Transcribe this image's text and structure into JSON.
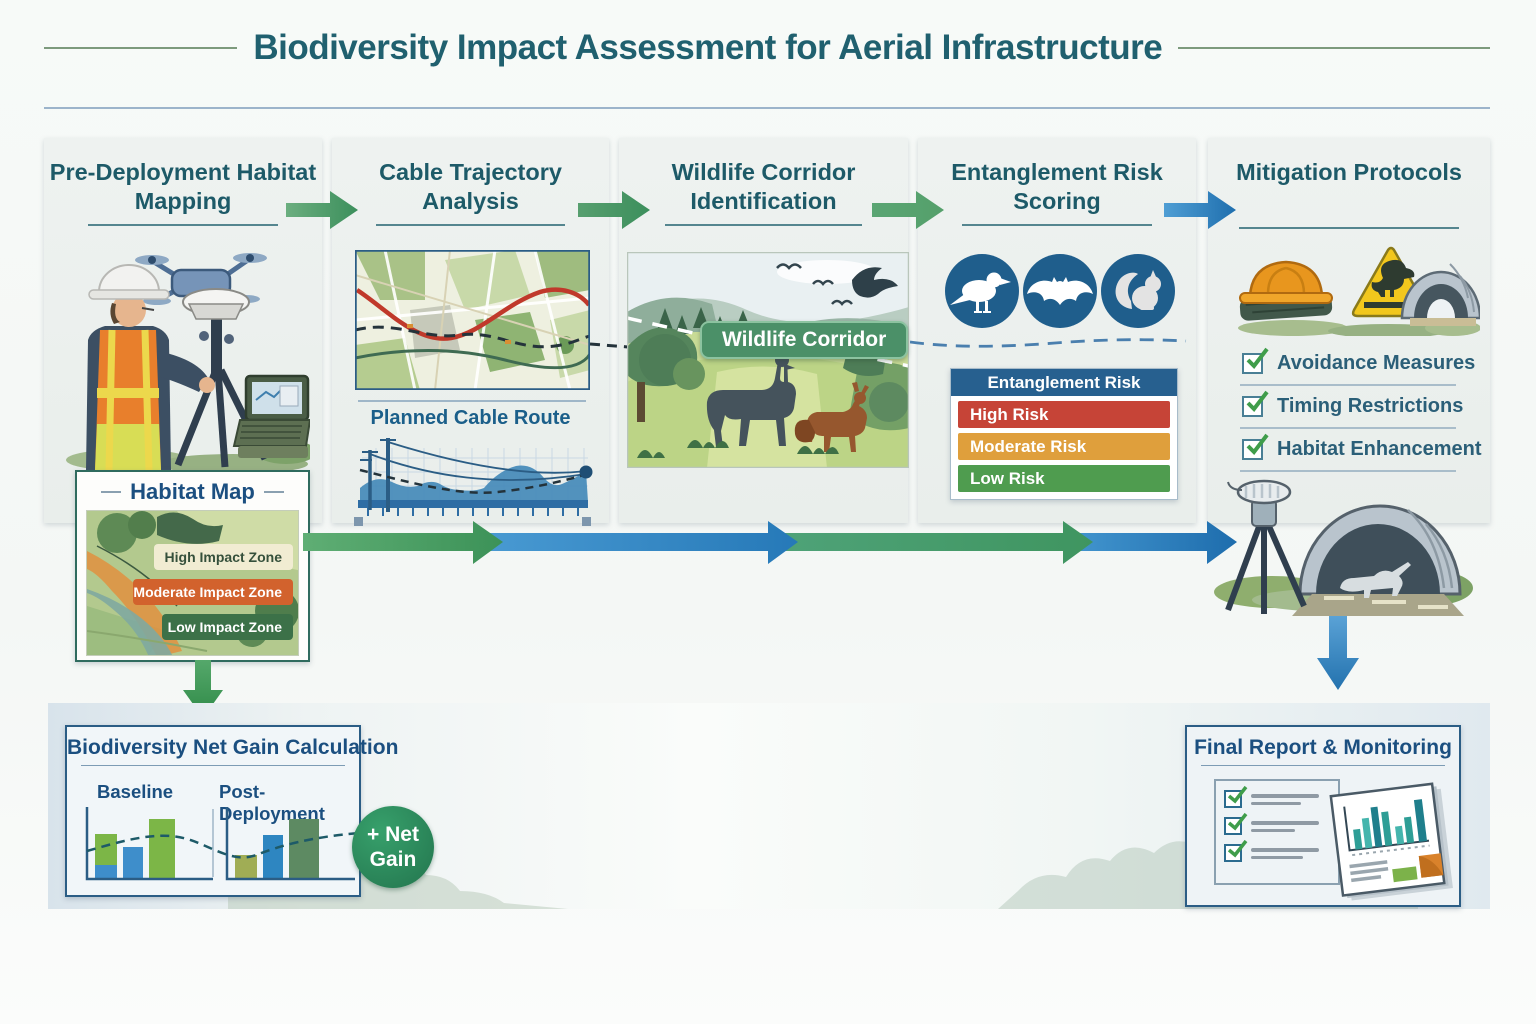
{
  "page_title": "Biodiversity Impact Assessment for Aerial Infrastructure",
  "stages": [
    {
      "label": "Pre-Deployment Habitat Mapping"
    },
    {
      "label": "Cable Trajectory Analysis"
    },
    {
      "label": "Wildlife Corridor Identification"
    },
    {
      "label": "Entanglement Risk Scoring"
    },
    {
      "label": "Mitigation Protocols"
    }
  ],
  "habitat_map": {
    "title": "Habitat Map",
    "zones": [
      {
        "label": "High Impact Zone",
        "bg": "#f1ecd2",
        "fg": "#35503b"
      },
      {
        "label": "Moderate Impact Zone",
        "bg": "#d2622d",
        "fg": "#ffffff"
      },
      {
        "label": "Low Impact Zone",
        "bg": "#3c7148",
        "fg": "#ffffff"
      }
    ]
  },
  "cable_analysis": {
    "route_label": "Planned Cable Route"
  },
  "wildlife": {
    "corridor_label": "Wildlife Corridor",
    "illustration_icons": [
      "deer-icon",
      "fox-icon",
      "birds-icon"
    ]
  },
  "entanglement": {
    "species_icons": [
      "bird-icon",
      "bat-icon",
      "squirrel-icon"
    ],
    "table_title": "Entanglement Risk",
    "levels": [
      {
        "label": "High Risk",
        "color": "#c64437"
      },
      {
        "label": "Moderate Risk",
        "color": "#df9f3c"
      },
      {
        "label": "Low Risk",
        "color": "#4f9c4f"
      }
    ]
  },
  "mitigation": {
    "illustration_icons": [
      "hard-hat-icon",
      "wildlife-warning-sign-icon",
      "wildlife-tunnel-icon"
    ],
    "items": [
      {
        "label": "Avoidance Measures"
      },
      {
        "label": "Timing Restrictions"
      },
      {
        "label": "Habitat Enhancement"
      }
    ]
  },
  "monitoring_illustration": {
    "icons": [
      "sensor-tripod-icon",
      "wildlife-crossing-tunnel-icon"
    ]
  },
  "net_gain": {
    "title": "Biodiversity Net Gain Calculation",
    "baseline_label": "Baseline",
    "post_label": "Post-Deployment",
    "badge_top": "+ Net",
    "badge_bottom": "Gain"
  },
  "final_report": {
    "title": "Final Report & Monitoring"
  },
  "flow_colors": {
    "green": "#3f9157",
    "blue": "#2b7cb9"
  },
  "chart_data": [
    {
      "type": "bar",
      "title": "Baseline",
      "categories": [
        "bar-1",
        "bar-2",
        "bar-3"
      ],
      "series": [
        {
          "name": "green-habitat",
          "values": [
            31,
            0,
            60
          ]
        },
        {
          "name": "blue-habitat",
          "values": [
            14,
            32,
            0
          ]
        }
      ],
      "ylabel": "",
      "axis_values_shown": false
    },
    {
      "type": "bar",
      "title": "Post-Deployment",
      "categories": [
        "bar-1",
        "bar-2",
        "bar-3"
      ],
      "values": [
        24,
        44,
        60
      ],
      "bar_colors": [
        "#a0ad55",
        "#2e86c1",
        "#5d8a62"
      ],
      "axis_values_shown": false
    },
    {
      "type": "area",
      "title": "Planned Cable Route",
      "description": "terrain elevation profile with two utility poles, overhead cable catenary and dashed route line"
    }
  ]
}
